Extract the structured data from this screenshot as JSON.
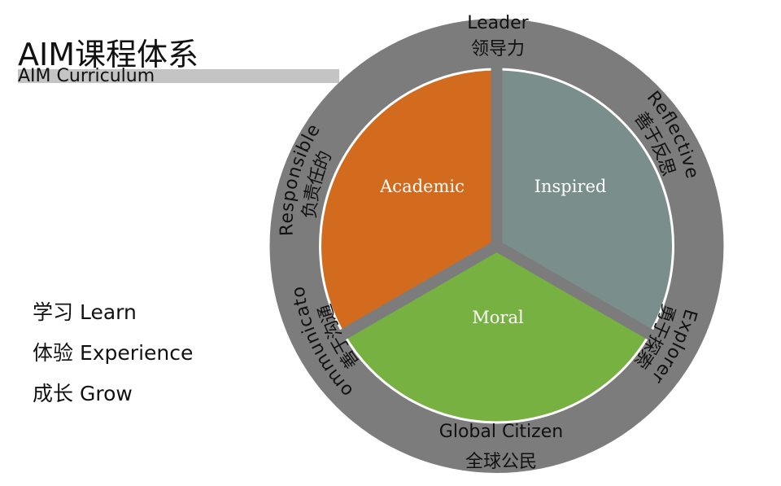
{
  "header": {
    "title_zh": "AIM课程体系",
    "title_en": "AIM Curriculum"
  },
  "values_list": [
    {
      "zh": "学习",
      "en": "Learn"
    },
    {
      "zh": "体验",
      "en": "Experience"
    },
    {
      "zh": "成长",
      "en": "Grow"
    }
  ],
  "segments": [
    {
      "key": "academic",
      "label": "Academic",
      "color": "#d36b1f"
    },
    {
      "key": "inspired",
      "label": "Inspired",
      "color": "#7a8f8b"
    },
    {
      "key": "moral",
      "label": "Moral",
      "color": "#76b141"
    }
  ],
  "ring_labels": [
    {
      "key": "leader",
      "en": "Leader",
      "zh": "领导力"
    },
    {
      "key": "reflective",
      "en": "Reflective",
      "zh": "善于反思"
    },
    {
      "key": "explorer",
      "en": "Explorer",
      "zh": "勇于探索"
    },
    {
      "key": "global-citizen",
      "en": "Global Citizen",
      "zh": "全球公民"
    },
    {
      "key": "communicator",
      "en": "Communicator",
      "zh": "善于沟通"
    },
    {
      "key": "responsible",
      "en": "Responsible",
      "zh": "负责任的"
    }
  ],
  "colors": {
    "ring": "#7c7c7c",
    "divider": "#7c7c7c",
    "connector": "#c4c4c4"
  }
}
